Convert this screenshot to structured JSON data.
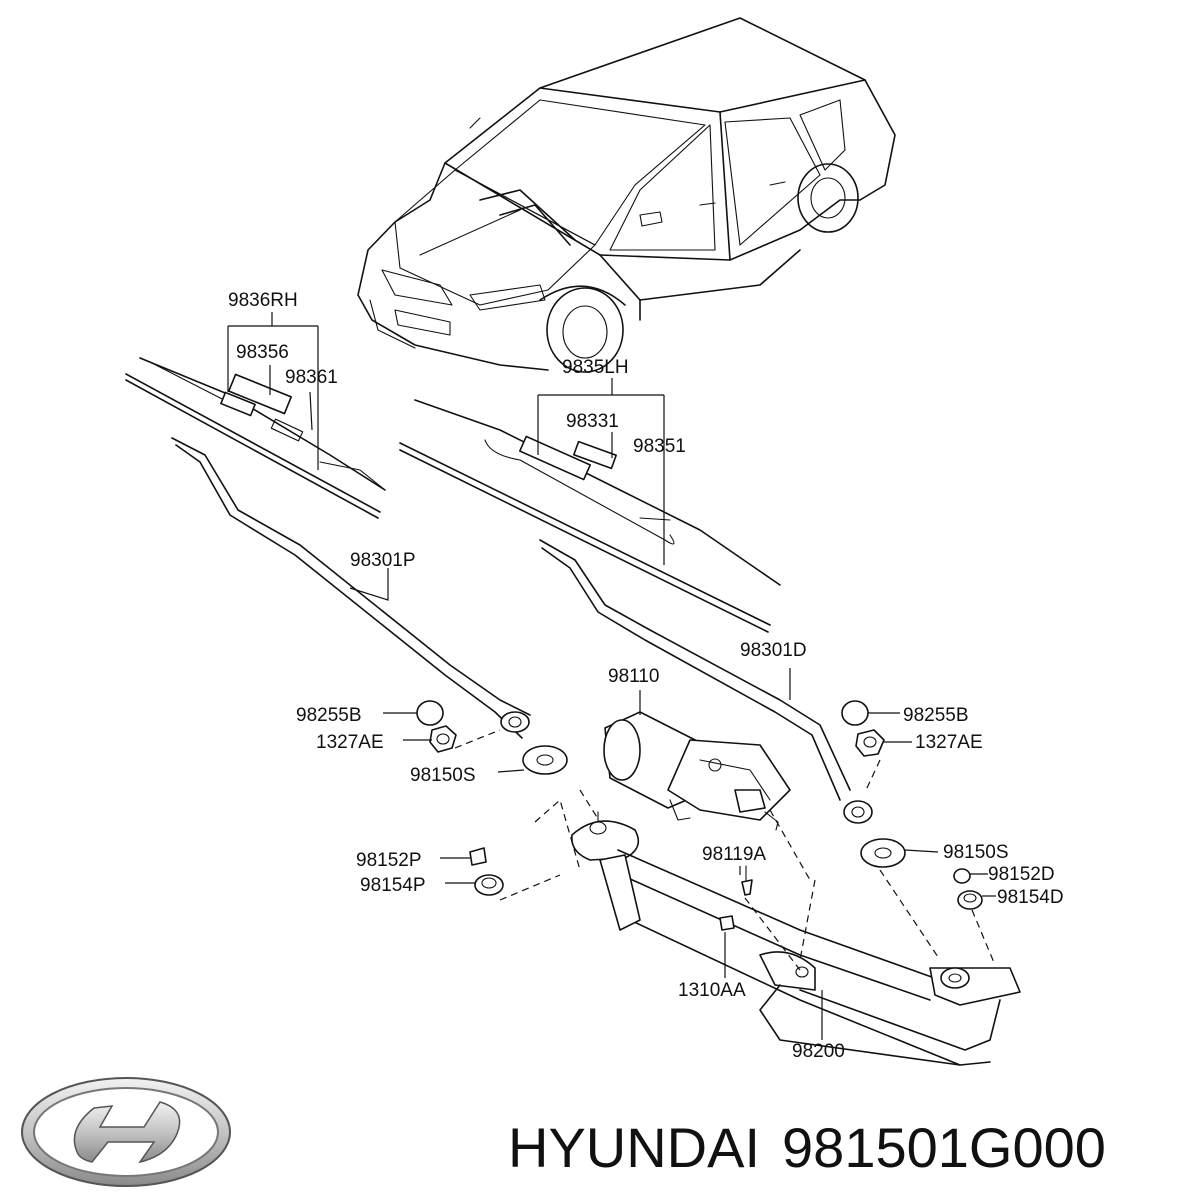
{
  "labels": {
    "rh_blade_assembly": "9836RH",
    "rh_refill": "98356",
    "rh_blade": "98361",
    "lh_blade_assembly": "9835LH",
    "lh_refill": "98331",
    "lh_blade": "98351",
    "rh_arm": "98301P",
    "lh_arm": "98301D",
    "motor": "98110",
    "cap_left": "98255B",
    "nut_left": "1327AE",
    "washer_left": "98150S",
    "cap_right": "98255B",
    "nut_right": "1327AE",
    "washer_right": "98150S",
    "cap_small_left": "98152P",
    "bushing_left": "98154P",
    "cap_small_right": "98152D",
    "bushing_right": "98154D",
    "bolt": "98119A",
    "nut_linkage": "1310AA",
    "linkage": "98200"
  },
  "caption": {
    "brand": "HYUNDAI",
    "part_number": "981501G000"
  },
  "colors": {
    "ink": "#111111",
    "logo_fill": "#c4c4c4",
    "background": "#ffffff"
  },
  "logo_icon": "hyundai-logo-icon"
}
